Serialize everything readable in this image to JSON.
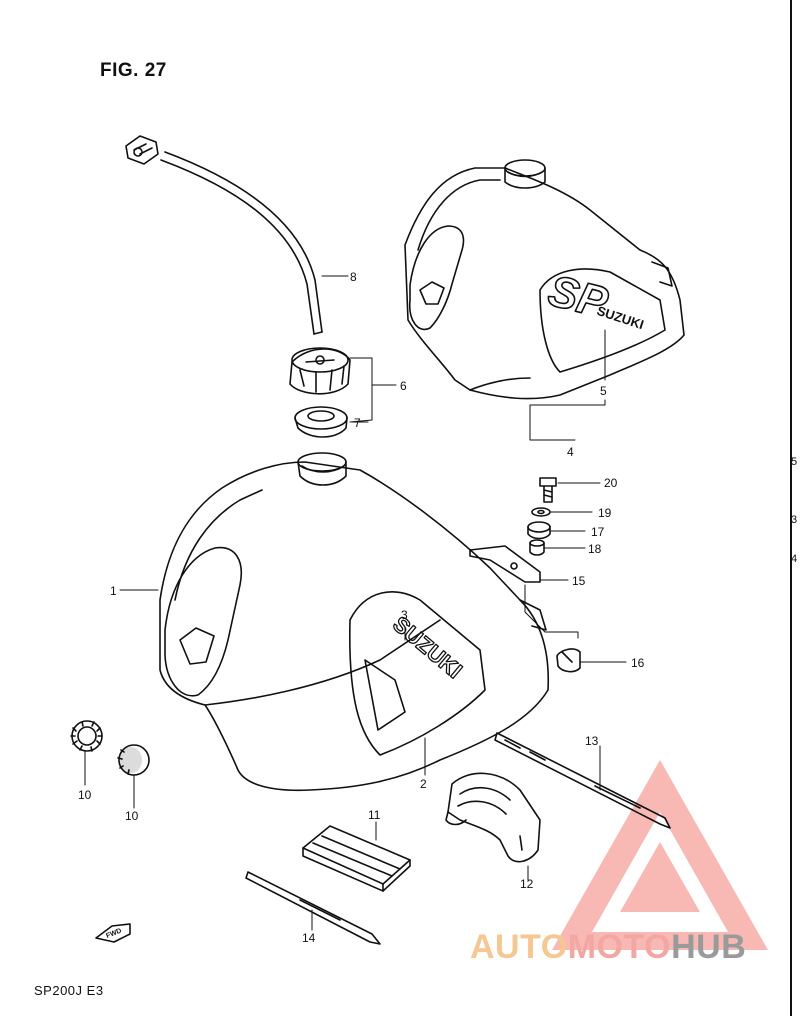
{
  "figure": {
    "title": "FIG. 27",
    "model_code": "SP200J  E3"
  },
  "callouts": [
    {
      "id": "1",
      "label": "1"
    },
    {
      "id": "2",
      "label": "2"
    },
    {
      "id": "3",
      "label": "3"
    },
    {
      "id": "4",
      "label": "4"
    },
    {
      "id": "5",
      "label": "5"
    },
    {
      "id": "6",
      "label": "6"
    },
    {
      "id": "7",
      "label": "7"
    },
    {
      "id": "8",
      "label": "8"
    },
    {
      "id": "10a",
      "label": "10"
    },
    {
      "id": "10b",
      "label": "10"
    },
    {
      "id": "11",
      "label": "11"
    },
    {
      "id": "12",
      "label": "12"
    },
    {
      "id": "13",
      "label": "13"
    },
    {
      "id": "14",
      "label": "14"
    },
    {
      "id": "15",
      "label": "15"
    },
    {
      "id": "16",
      "label": "16"
    },
    {
      "id": "17",
      "label": "17"
    },
    {
      "id": "18",
      "label": "18"
    },
    {
      "id": "19",
      "label": "19"
    },
    {
      "id": "20",
      "label": "20"
    }
  ],
  "decals": {
    "upper_logo": "SP",
    "upper_brand": "SUZUKI",
    "lower_brand": "SUZUKI"
  },
  "fwd_label": "FWD",
  "edge_marks": [
    "5",
    "3",
    "4"
  ],
  "watermark": {
    "part1": "AUTO",
    "part2": "MOTO",
    "part3": "HUB"
  },
  "colors": {
    "line": "#111111",
    "watermark_orange": "#f6c792",
    "watermark_red": "#f08a84",
    "watermark_gray": "#9a9a9a"
  }
}
